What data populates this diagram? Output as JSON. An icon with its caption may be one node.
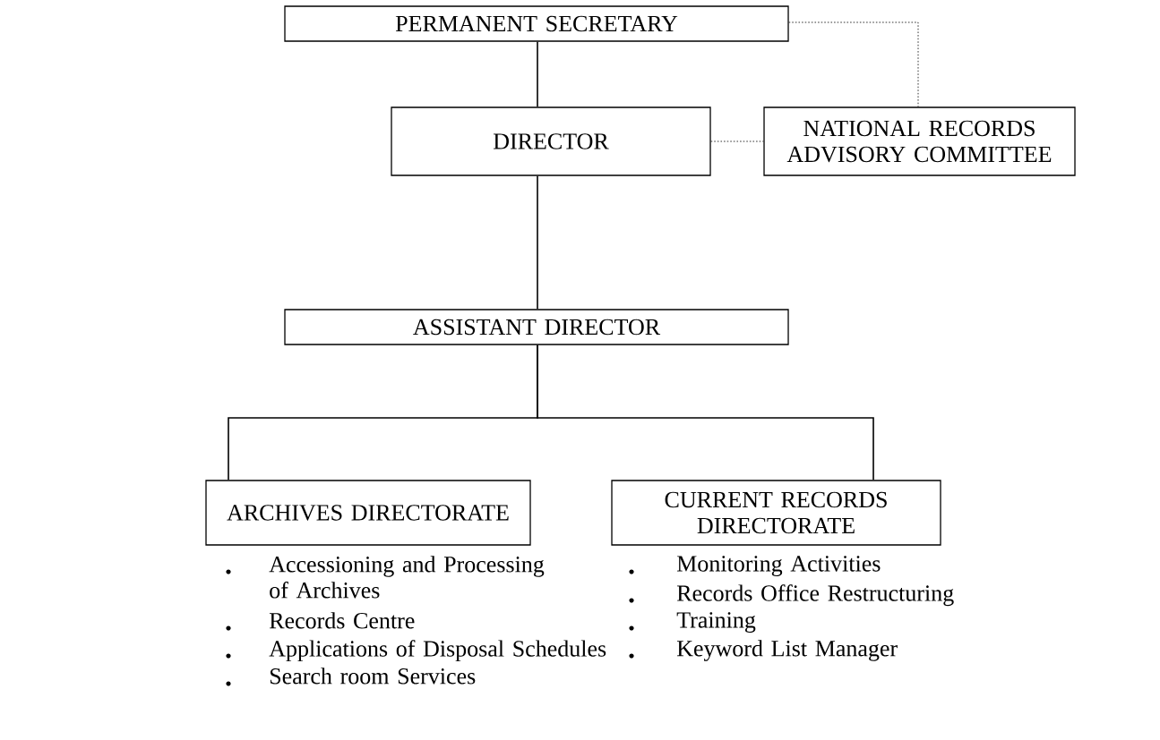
{
  "diagram": {
    "nodes": [
      {
        "text": [
          "PERMANENT SECRETARY"
        ]
      },
      {
        "text": [
          "DIRECTOR"
        ]
      },
      {
        "text": [
          "NATIONAL RECORDS ADVISORY COMMITTEE"
        ]
      },
      {
        "text": [
          "ASSISTANT DIRECTOR"
        ]
      },
      {
        "text": [
          "ARCHIVES DIRECTORATE"
        ],
        "beside": [
          "Accessioning and Processing of Archives",
          "Records Centre",
          "Applications of Disposal Schedules",
          "Search room Services"
        ]
      },
      {
        "text": [
          "CURRENT RECORDS DIRECTORATE"
        ],
        "beside": [
          "Monitoring Activities",
          "Records Office Restructuring",
          "Training",
          "Keyword List Manager"
        ]
      }
    ],
    "edges": [
      {
        "from": 0,
        "to": 1,
        "arrow": "none"
      },
      {
        "from": 0,
        "to": 2,
        "arrow": "none",
        "style": "dashed"
      },
      {
        "from": 1,
        "to": 2,
        "arrow": "none",
        "style": "dashed"
      },
      {
        "from": 1,
        "to": 3,
        "arrow": "none"
      },
      {
        "from": 3,
        "to": 4,
        "arrow": "none"
      },
      {
        "from": 3,
        "to": 5,
        "arrow": "none"
      }
    ]
  }
}
